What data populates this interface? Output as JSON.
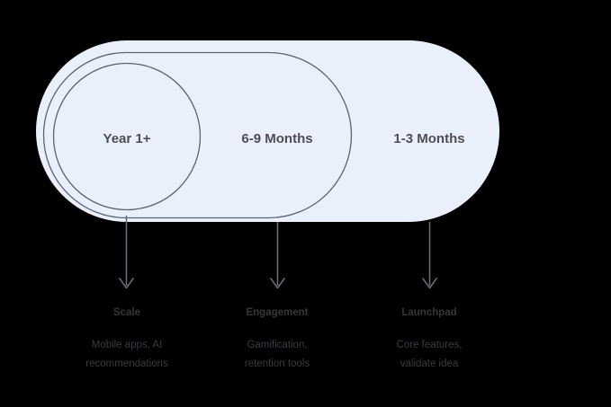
{
  "diagram": {
    "type": "timeline-pill-diagram",
    "background_color": "#000000",
    "shape_fill_color": "#eaf0fb",
    "shape_stroke_color": "#5b6270",
    "arrow_color": "#6a6a72",
    "stage_label_color": "#4d4d55",
    "callout_text_color": "#38383e"
  },
  "stages": [
    {
      "id": "scale",
      "timeframe": "Year 1+",
      "title": "Scale",
      "description_line1": "Mobile apps, AI",
      "description_line2": "recommendations"
    },
    {
      "id": "engagement",
      "timeframe": "6-9 Months",
      "title": "Engagement",
      "description_line1": "Gamification,",
      "description_line2": "retention tools"
    },
    {
      "id": "launchpad",
      "timeframe": "1-3 Months",
      "title": "Launchpad",
      "description_line1": "Core features,",
      "description_line2": "validate idea"
    }
  ]
}
